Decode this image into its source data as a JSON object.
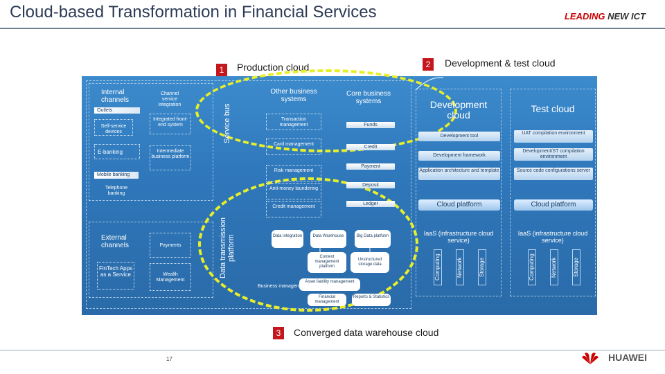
{
  "title": "Cloud-based Transformation in Financial Services",
  "brand": {
    "part1": "LEADING ",
    "part2": "NEW ICT"
  },
  "section1": {
    "num": "1",
    "label": "Production cloud"
  },
  "section2": {
    "num": "2",
    "label": "Development & test cloud"
  },
  "section3": {
    "num": "3",
    "label": "Converged data warehouse cloud"
  },
  "left": {
    "internal_channels": "Internal channels",
    "outlets": "Outlets",
    "self_service": "Self-service devices",
    "ebanking": "E-banking",
    "mobile_banking": "Mobile banking",
    "telephone_banking": "Telephone banking",
    "external_channels": "External channels",
    "fintech": "FinTech Apps as a Service",
    "channel_service_integration": "Channel service integration",
    "integrated_frontend": "Integrated front-end system",
    "intermediate_platform": "Intermediate business platform",
    "payments": "Payments",
    "wealth_management": "Wealth Management"
  },
  "service_bus": "Service bus",
  "data_transmission": "Data transmission platform",
  "middle": {
    "other_business": "Other business systems",
    "core_business": "Core business systems",
    "transaction_mgmt": "Transaction management",
    "card_mgmt": "Card management",
    "risk_mgmt": "Risk management",
    "anti_money": "Anti-money laundering",
    "credit_mgmt": "Credit management",
    "funds": "Funds",
    "credit": "Credit",
    "payment": "Payment",
    "deposit": "Deposit",
    "ledger": "Ledger"
  },
  "dw": {
    "data_integration": "Data integration",
    "data_warehouse": "Data Warehouse",
    "big_data": "Big Data platform",
    "content_mgmt": "Content management platform",
    "unstructured": "Unstructured storage data",
    "business_mgmt": "Business management",
    "asset_liability": "Asset liability management",
    "financial_mgmt": "Financial management",
    "reports": "Reports & Statistics"
  },
  "dev_cloud": {
    "title": "Development cloud",
    "dev_tool": "Development tool",
    "dev_framework": "Development framework",
    "app_arch": "Application architecture and template",
    "cloud_platform": "Cloud platform",
    "iaas": "IaaS (infrastructure cloud service)",
    "computing": "Computing",
    "network": "Network",
    "storage": "Storage"
  },
  "test_cloud": {
    "title": "Test cloud",
    "uat": "UAT compilation environment",
    "devst": "Development/ST compilation environment",
    "source_code": "Source code configurations server",
    "cloud_platform": "Cloud platform",
    "iaas": "IaaS (infrastructure cloud service)",
    "computing": "Computing",
    "network": "Network",
    "storage": "Storage"
  },
  "page_number": "17",
  "huawei": "HUAWEI",
  "colors": {
    "title": "#2b3a55",
    "brand_red": "#cc0000",
    "panel_blue": "#2f78bb",
    "badge_red": "#c4161c",
    "ellipse_yellow": "#e8ef2a"
  }
}
